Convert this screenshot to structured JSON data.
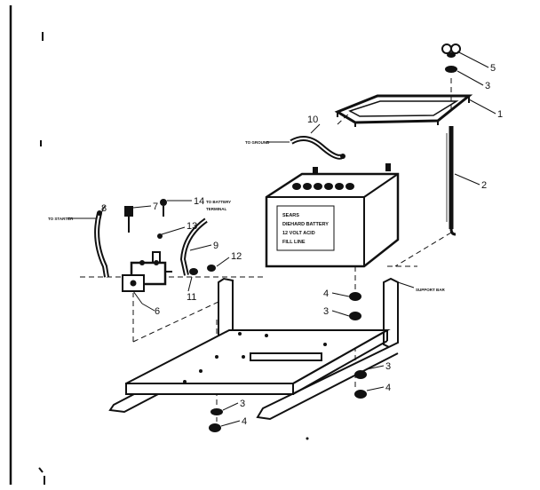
{
  "diagram": {
    "callouts": {
      "c1": "1",
      "c2": "2",
      "c3a": "3",
      "c3b": "3",
      "c3c": "3",
      "c3d": "3",
      "c4a": "4",
      "c4b": "4",
      "c4c": "4",
      "c5": "5",
      "c6": "6",
      "c7": "7",
      "c8": "8",
      "c9": "9",
      "c10": "10",
      "c11": "11",
      "c12": "12",
      "c13": "13",
      "c14": "14"
    },
    "labels": {
      "to_ground": "TO GROUND",
      "to_starter": "TO STARTER",
      "to_battery_1": "TO BATTERY",
      "to_battery_2": "TERMINAL",
      "support_bar": "SUPPORT BAR"
    },
    "battery_text": [
      "SEARS",
      "DIEHARD BATTERY",
      "12 VOLT  ACID",
      "FILL LINE"
    ]
  }
}
